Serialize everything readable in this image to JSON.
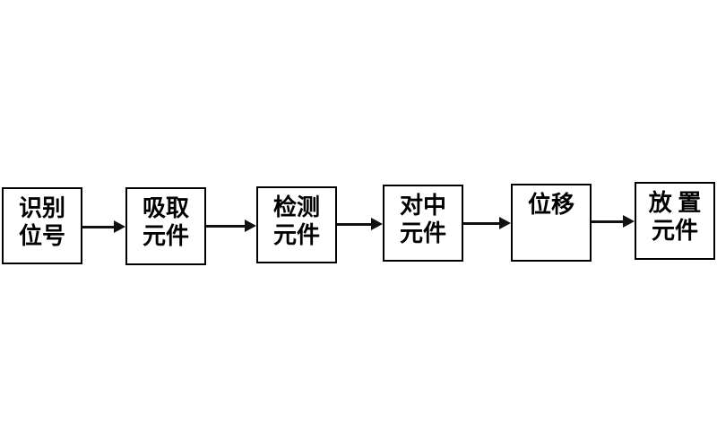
{
  "flowchart": {
    "steps": [
      {
        "lines": [
          "识别",
          "位号"
        ]
      },
      {
        "lines": [
          "吸取",
          "元件"
        ]
      },
      {
        "lines": [
          "检测",
          "元件"
        ]
      },
      {
        "lines": [
          "对中",
          "元件"
        ]
      },
      {
        "lines": [
          "位移"
        ]
      },
      {
        "lines": [
          "放 置",
          "元件"
        ]
      }
    ],
    "colors": {
      "background": "#ffffff",
      "box_border": "#000000",
      "text": "#000000",
      "arrow": "#111111"
    }
  }
}
